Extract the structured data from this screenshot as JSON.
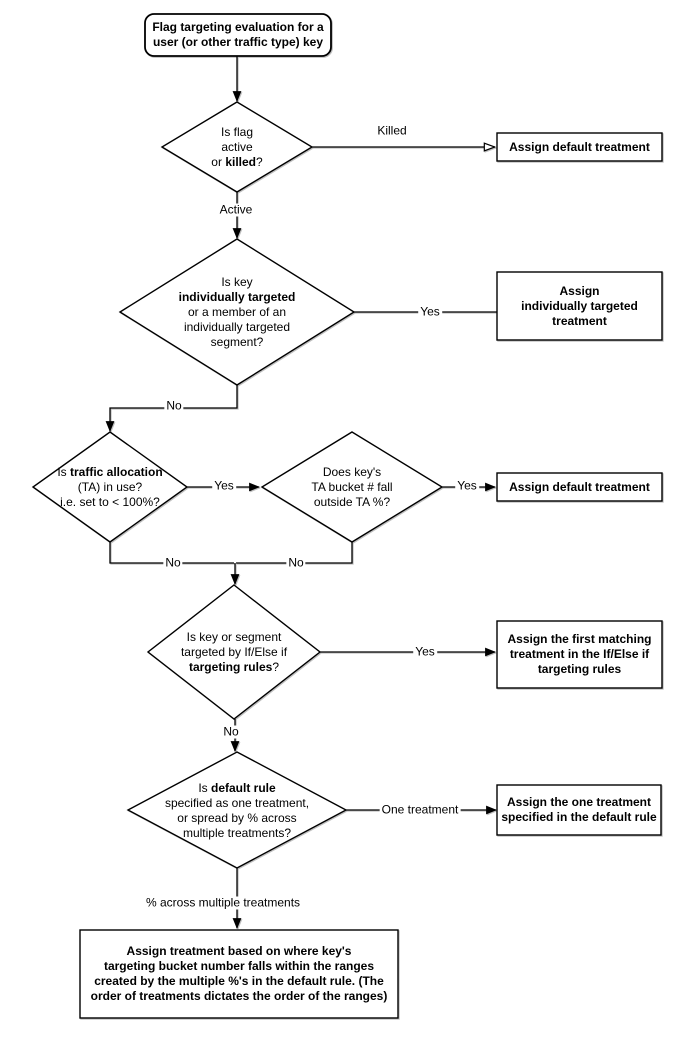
{
  "diagram": {
    "background": "#ffffff",
    "line_color": "#000000",
    "node_fill": "#ffffff",
    "nodes": {
      "start": {
        "l1": "Flag targeting evaluation for a",
        "l2": "user (or other traffic type) key"
      },
      "d_flag": {
        "l1": "Is flag",
        "l2": "active",
        "l3a": "or ",
        "l3b": "killed",
        "l3c": "?"
      },
      "box_default_1": {
        "l1": "Assign default treatment"
      },
      "d_individual": {
        "l1": "Is key",
        "l2": "individually targeted",
        "l3": "or a member of an",
        "l4": "individually targeted",
        "l5": "segment?"
      },
      "box_individual": {
        "l1": "Assign",
        "l2": "individually targeted",
        "l3": "treatment"
      },
      "d_traffic": {
        "l1a": "Is ",
        "l1b": "traffic allocation",
        "l2": "(TA) in use?",
        "l3": "i.e. set to < 100%?"
      },
      "d_bucket": {
        "l1": "Does key's",
        "l2": "TA bucket # fall",
        "l3": "outside TA %?"
      },
      "box_default_2": {
        "l1": "Assign default treatment"
      },
      "d_rules": {
        "l1": "Is key or segment",
        "l2": "targeted by If/Else if",
        "l3a": "targeting rules",
        "l3b": "?"
      },
      "box_first_matching": {
        "l1": "Assign the first matching",
        "l2": "treatment in the If/Else if",
        "l3": "targeting rules"
      },
      "d_default_rule": {
        "l1a": "Is ",
        "l1b": "default rule",
        "l2": "specified as one treatment,",
        "l3": "or spread by % across",
        "l4": "multiple treatments?"
      },
      "box_one_treatment": {
        "l1": "Assign the one treatment",
        "l2": "specified in the default rule"
      },
      "box_ranges": {
        "l1": "Assign treatment based on where key's",
        "l2": "targeting bucket number falls within the ranges",
        "l3": "created by the multiple %'s in the default rule. (The",
        "l4": "order of treatments dictates the order of the ranges)"
      }
    },
    "edge_labels": {
      "killed": "Killed",
      "active": "Active",
      "yes_individual": "Yes",
      "no_individual": "No",
      "yes_traffic": "Yes",
      "yes_bucket": "Yes",
      "no_traffic": "No",
      "no_bucket": "No",
      "yes_rules": "Yes",
      "no_rules": "No",
      "one_treatment": "One treatment",
      "pct_multiple": "% across multiple treatments"
    }
  }
}
